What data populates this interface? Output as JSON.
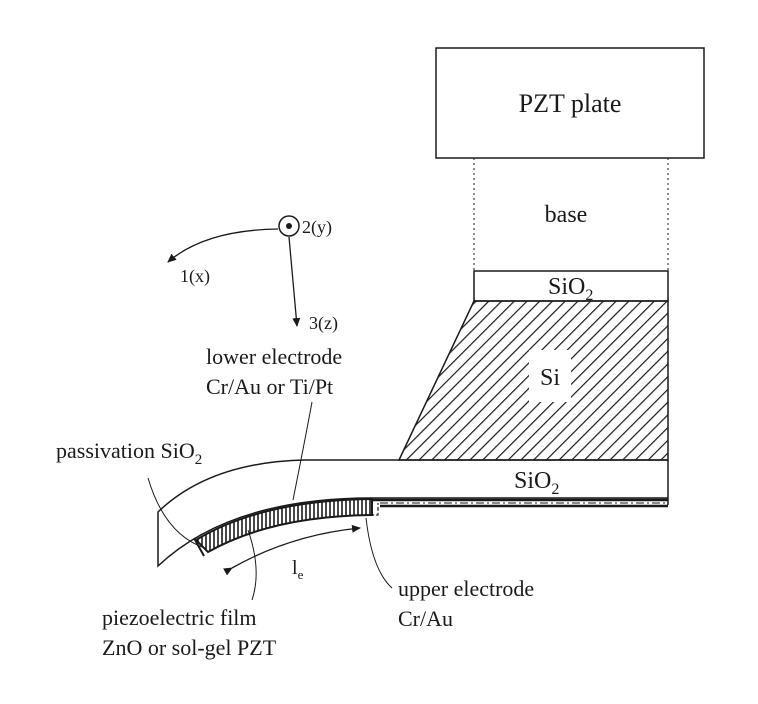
{
  "labels": {
    "pzt_plate": "PZT plate",
    "base": "base",
    "sio2_top": "SiO",
    "sio2_top_sub": "2",
    "si": "Si",
    "sio2_bottom": "SiO",
    "sio2_bottom_sub": "2",
    "axis_y": "2(y)",
    "axis_x": "1(x)",
    "axis_z": "3(z)",
    "lower_electrode_1": "lower electrode",
    "lower_electrode_2": "Cr/Au or Ti/Pt",
    "passivation": "passivation SiO",
    "passivation_sub": "2",
    "length": "l",
    "length_sub": "e",
    "upper_electrode_1": "upper electrode",
    "upper_electrode_2": "Cr/Au",
    "piezo_1": "piezoelectric film",
    "piezo_2": "ZnO or sol-gel PZT"
  }
}
